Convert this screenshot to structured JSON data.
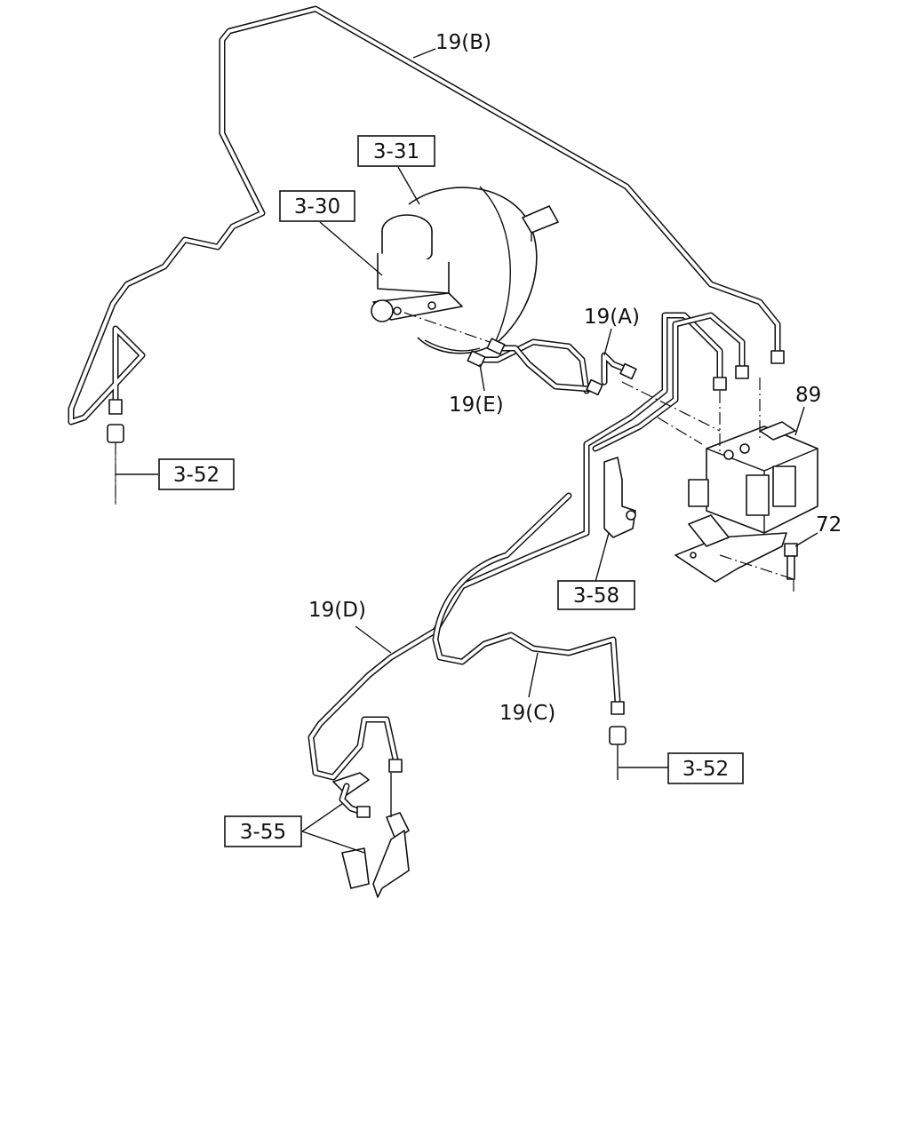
{
  "diagram": {
    "callouts": {
      "ref_3_31": "3-31",
      "ref_3_30": "3-30",
      "ref_3_52_left": "3-52",
      "ref_3_58": "3-58",
      "ref_3_52_right": "3-52",
      "ref_3_55": "3-55"
    },
    "labels": {
      "pipe_19b": "19(B)",
      "pipe_19a": "19(A)",
      "pipe_19e": "19(E)",
      "pipe_19d": "19(D)",
      "pipe_19c": "19(C)",
      "part_89": "89",
      "part_72": "72"
    }
  }
}
